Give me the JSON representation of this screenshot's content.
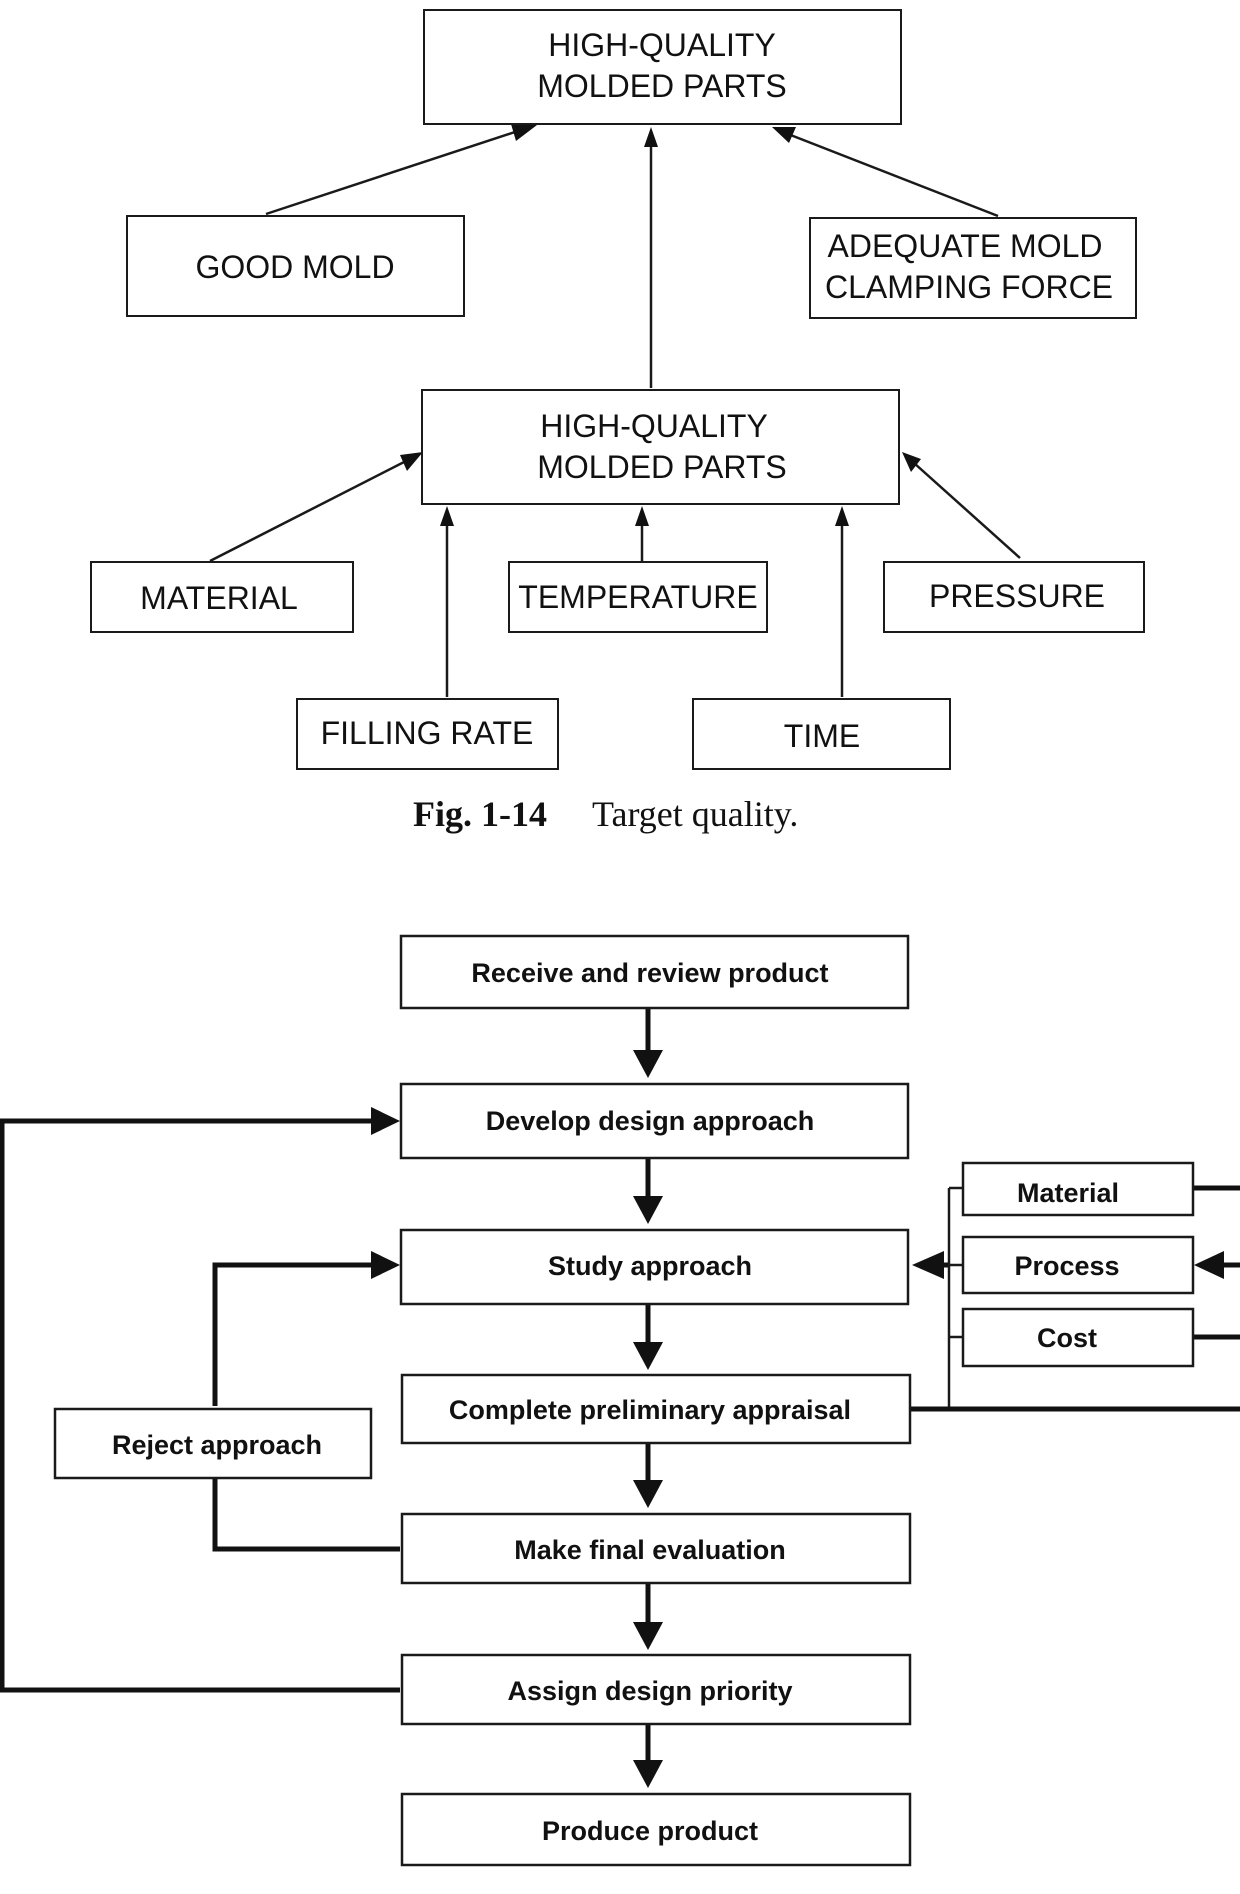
{
  "figure1": {
    "top": [
      "HIGH-QUALITY",
      "MOLDED PARTS"
    ],
    "good_mold": "GOOD MOLD",
    "clamping": [
      "ADEQUATE MOLD",
      "CLAMPING FORCE"
    ],
    "middle": [
      "HIGH-QUALITY",
      "MOLDED PARTS"
    ],
    "material": "MATERIAL",
    "temperature": "TEMPERATURE",
    "pressure": "PRESSURE",
    "filling_rate": "FILLING RATE",
    "time": "TIME",
    "caption_label": "Fig. 1-14",
    "caption_text": "Target quality."
  },
  "figure2": {
    "receive": "Receive and review product",
    "develop": "Develop design approach",
    "study": "Study approach",
    "appraisal": "Complete preliminary appraisal",
    "reject": "Reject approach",
    "final": "Make final evaluation",
    "assign": "Assign design priority",
    "produce": "Produce product",
    "material": "Material",
    "process": "Process",
    "cost": "Cost"
  }
}
